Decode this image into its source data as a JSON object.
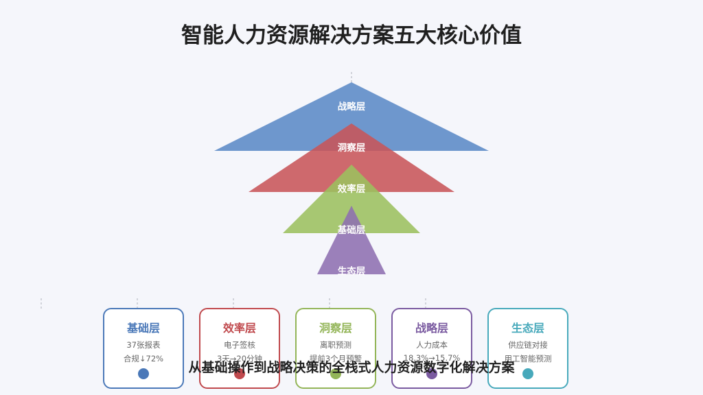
{
  "title": "智能人力资源解决方案五大核心价值",
  "subtitle": "从基础操作到战略决策的全栈式人力资源数字化解决方案",
  "layers": [
    {
      "label": "战略层",
      "color": "#5b8ac6"
    },
    {
      "label": "洞察层",
      "color": "#c85559"
    },
    {
      "label": "效率层",
      "color": "#9cc05e"
    },
    {
      "label": "基础层",
      "color": "#8e6fb0"
    },
    {
      "label": "生态层",
      "color": "#8e6fb0"
    }
  ],
  "cards": [
    {
      "title": "基础层",
      "line1": "37张报表",
      "line2": "合规↓72%",
      "color": "#4a78b8"
    },
    {
      "title": "效率层",
      "line1": "电子签核",
      "line2": "3天→20分钟",
      "color": "#c0494d"
    },
    {
      "title": "洞察层",
      "line1": "离职预测",
      "line2": "提前3个月预警",
      "color": "#93b558"
    },
    {
      "title": "战略层",
      "line1": "人力成本",
      "line2": "18.3%→15.7%",
      "color": "#7a5aa0"
    },
    {
      "title": "生态层",
      "line1": "供应链对接",
      "line2": "用工智能预测",
      "color": "#47a9bb"
    }
  ]
}
